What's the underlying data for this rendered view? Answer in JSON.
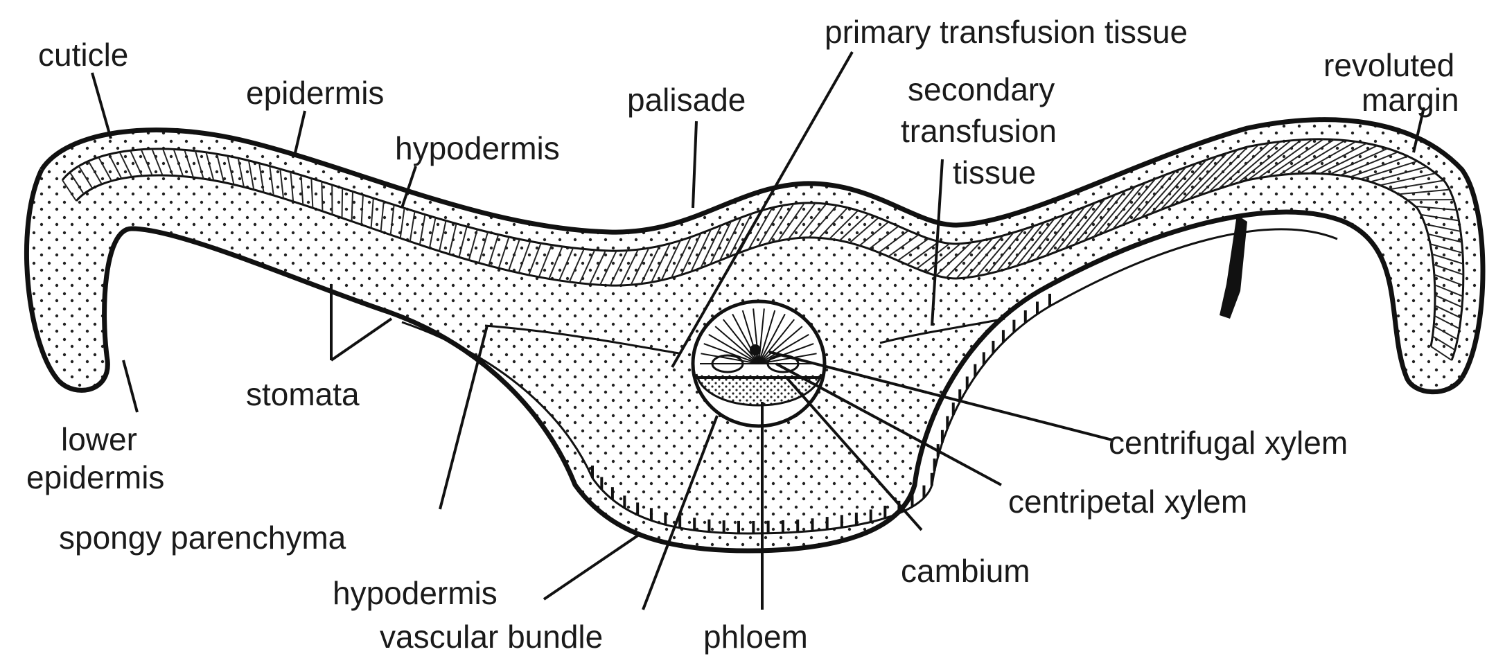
{
  "labels": {
    "cuticle": "cuticle",
    "epidermis": "epidermis",
    "hypodermis_upper": "hypodermis",
    "palisade": "palisade",
    "primary_transfusion_tissue": "primary transfusion tissue",
    "secondary_transfusion_tissue_1": "secondary",
    "secondary_transfusion_tissue_2": "transfusion",
    "secondary_transfusion_tissue_3": "tissue",
    "revoluted_margin_1": "revoluted",
    "revoluted_margin_2": "margin",
    "stomata": "stomata",
    "lower_epidermis_1": "lower",
    "lower_epidermis_2": "epidermis",
    "spongy_parenchyma": "spongy parenchyma",
    "hypodermis_lower": "hypodermis",
    "vascular_bundle": "vascular bundle",
    "phloem": "phloem",
    "cambium": "cambium",
    "centripetal_xylem": "centripetal xylem",
    "centrifugal_xylem": "centrifugal xylem"
  }
}
